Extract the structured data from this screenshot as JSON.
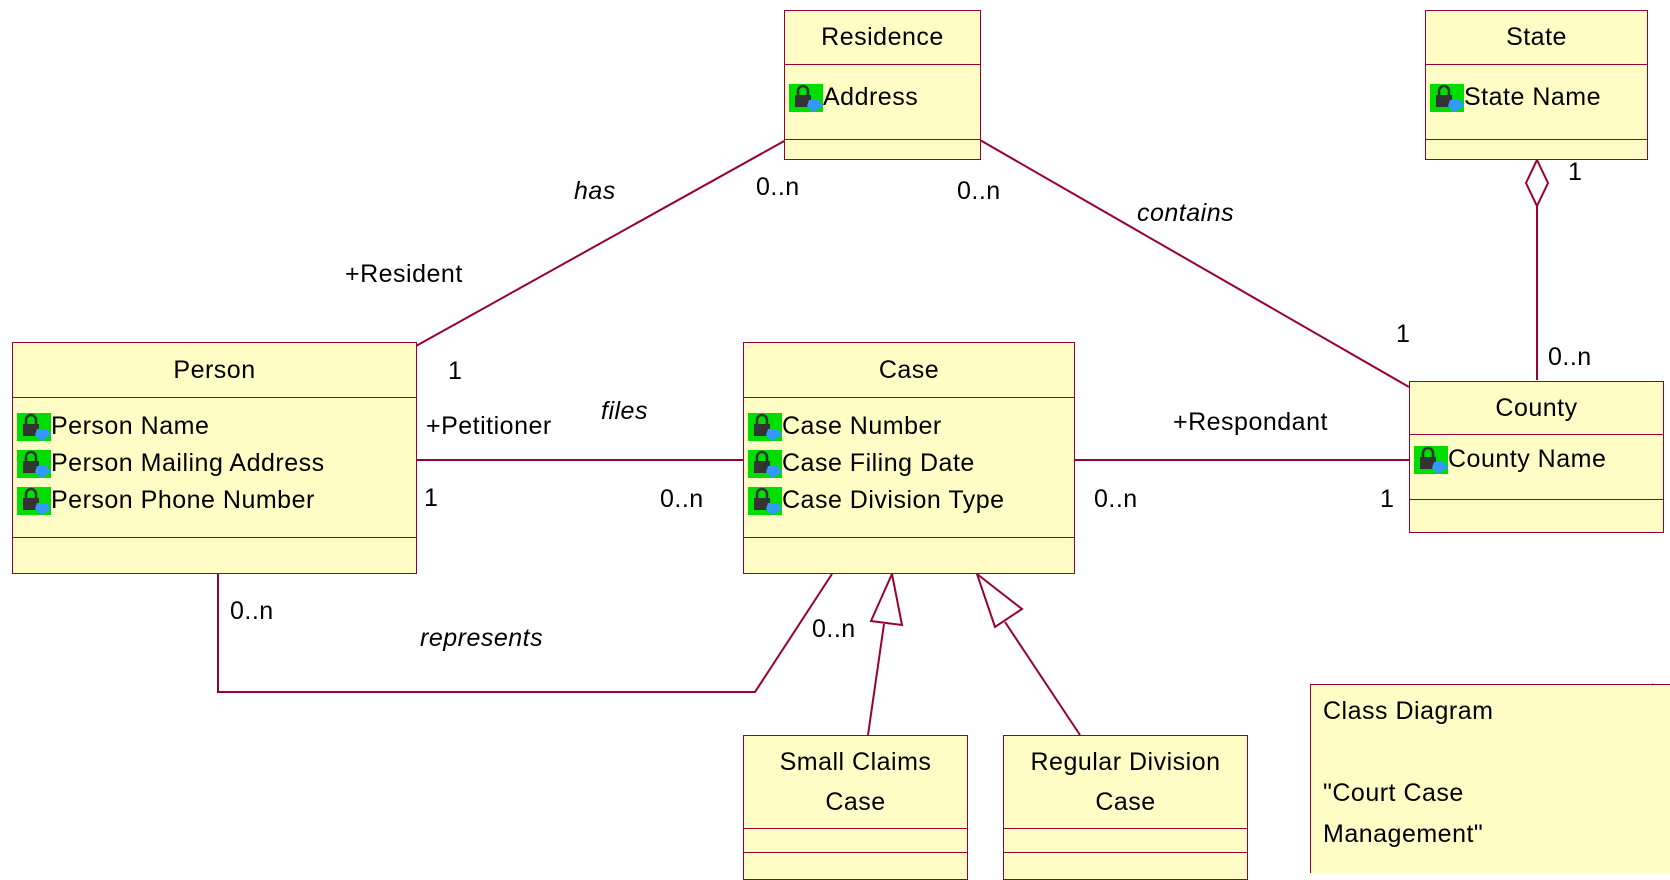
{
  "diagram": {
    "colors": {
      "line": "#990033",
      "fill": "#fffcc6",
      "icon_bg": "#00dd00",
      "icon": "#3399ff"
    },
    "classes": {
      "residence": {
        "name": "Residence",
        "attributes": [
          "Address"
        ]
      },
      "state": {
        "name": "State",
        "attributes": [
          "State Name"
        ]
      },
      "person": {
        "name": "Person",
        "attributes": [
          "Person Name",
          "Person Mailing Address",
          "Person Phone Number"
        ]
      },
      "case": {
        "name": "Case",
        "attributes": [
          "Case Number",
          "Case Filing Date",
          "Case Division Type"
        ]
      },
      "county": {
        "name": "County",
        "attributes": [
          "County Name"
        ]
      },
      "small_claims": {
        "name_line1": "Small Claims",
        "name_line2": "Case"
      },
      "regular_division": {
        "name_line1": "Regular Division",
        "name_line2": "Case"
      }
    },
    "labels": {
      "has": "has",
      "has_mult_residence": "0..n",
      "resident_role": "+Resident",
      "resident_mult": "1",
      "contains": "contains",
      "contains_mult_residence": "0..n",
      "contains_mult_county": "1",
      "state_mult": "1",
      "county_mult": "0..n",
      "files": "files",
      "petitioner_role": "+Petitioner",
      "petitioner_mult": "1",
      "files_case_mult": "0..n",
      "respondant_role": "+Respondant",
      "respondant_case_mult": "0..n",
      "respondant_county_mult": "1",
      "represents": "represents",
      "represents_person_mult": "0..n",
      "represents_case_mult": "0..n"
    },
    "note": {
      "line1": "Class Diagram",
      "line2": "\"Court Case",
      "line3": "Management\""
    },
    "icons": [
      "attribute-lock-icon"
    ]
  }
}
